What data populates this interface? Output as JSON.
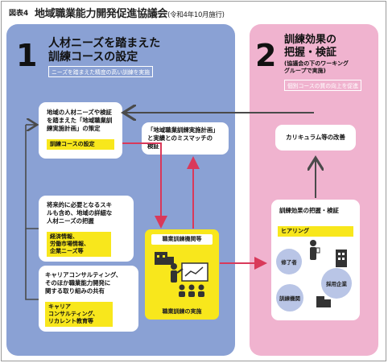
{
  "figure": {
    "label": "図表4",
    "title": "地域職業能力開発促進協議会",
    "note": "(令和4年10月施行)"
  },
  "section1": {
    "number": "1",
    "title_line1": "人材ニーズを踏まえた",
    "title_line2": "訓練コースの設定",
    "tag": "ニーズを踏まえた精度の高い訓練を実施"
  },
  "section2": {
    "number": "2",
    "title_line1": "訓練効果の",
    "title_line2": "把握・検証",
    "subtitle_line1": "(協議会の下のワーキング",
    "subtitle_line2": "グループで実施)",
    "tag": "個別コースの質の向上を促進"
  },
  "cards": {
    "plan": {
      "text": [
        "地域の人材ニーズや検証",
        "を踏まえた「地域職業訓",
        "練実施計画」の策定"
      ],
      "highlight": [
        "訓練コースの設定"
      ]
    },
    "mismatch": {
      "text": [
        "「地域職業訓練実施計画」",
        "と実績とのミスマッチの",
        "検証"
      ]
    },
    "needs": {
      "text": [
        "将来的に必要となるスキ",
        "ルも含め、地域の詳細な",
        "人材ニーズの把握"
      ],
      "highlight": [
        "経済情報、",
        "労働市場情報、",
        "企業ニーズ等"
      ]
    },
    "career": {
      "text": [
        "キャリアコンサルティング、",
        "そのほか職業能力開発に",
        "関する取り組みの共有"
      ],
      "highlight": [
        "キャリア",
        "コンサルティング、",
        "リカレント教育等"
      ]
    },
    "curriculum": {
      "text": [
        "カリキュラム等の改善"
      ]
    },
    "evaluation": {
      "text": [
        "訓練効果の把握・検証"
      ],
      "highlight": [
        "ヒアリング"
      ]
    }
  },
  "center": {
    "title": "職業訓練機関等",
    "label": "職業訓練の実施"
  },
  "circles": {
    "graduate": "修了者",
    "employer": "採用企業",
    "institution": "訓練機関"
  },
  "colors": {
    "panel_blue": "#8aa1d4",
    "panel_pink": "#f0b3cf",
    "highlight_yellow": "#f8e71c",
    "arrow_red": "#d9395a",
    "arrow_gray": "#4a4a4a"
  }
}
